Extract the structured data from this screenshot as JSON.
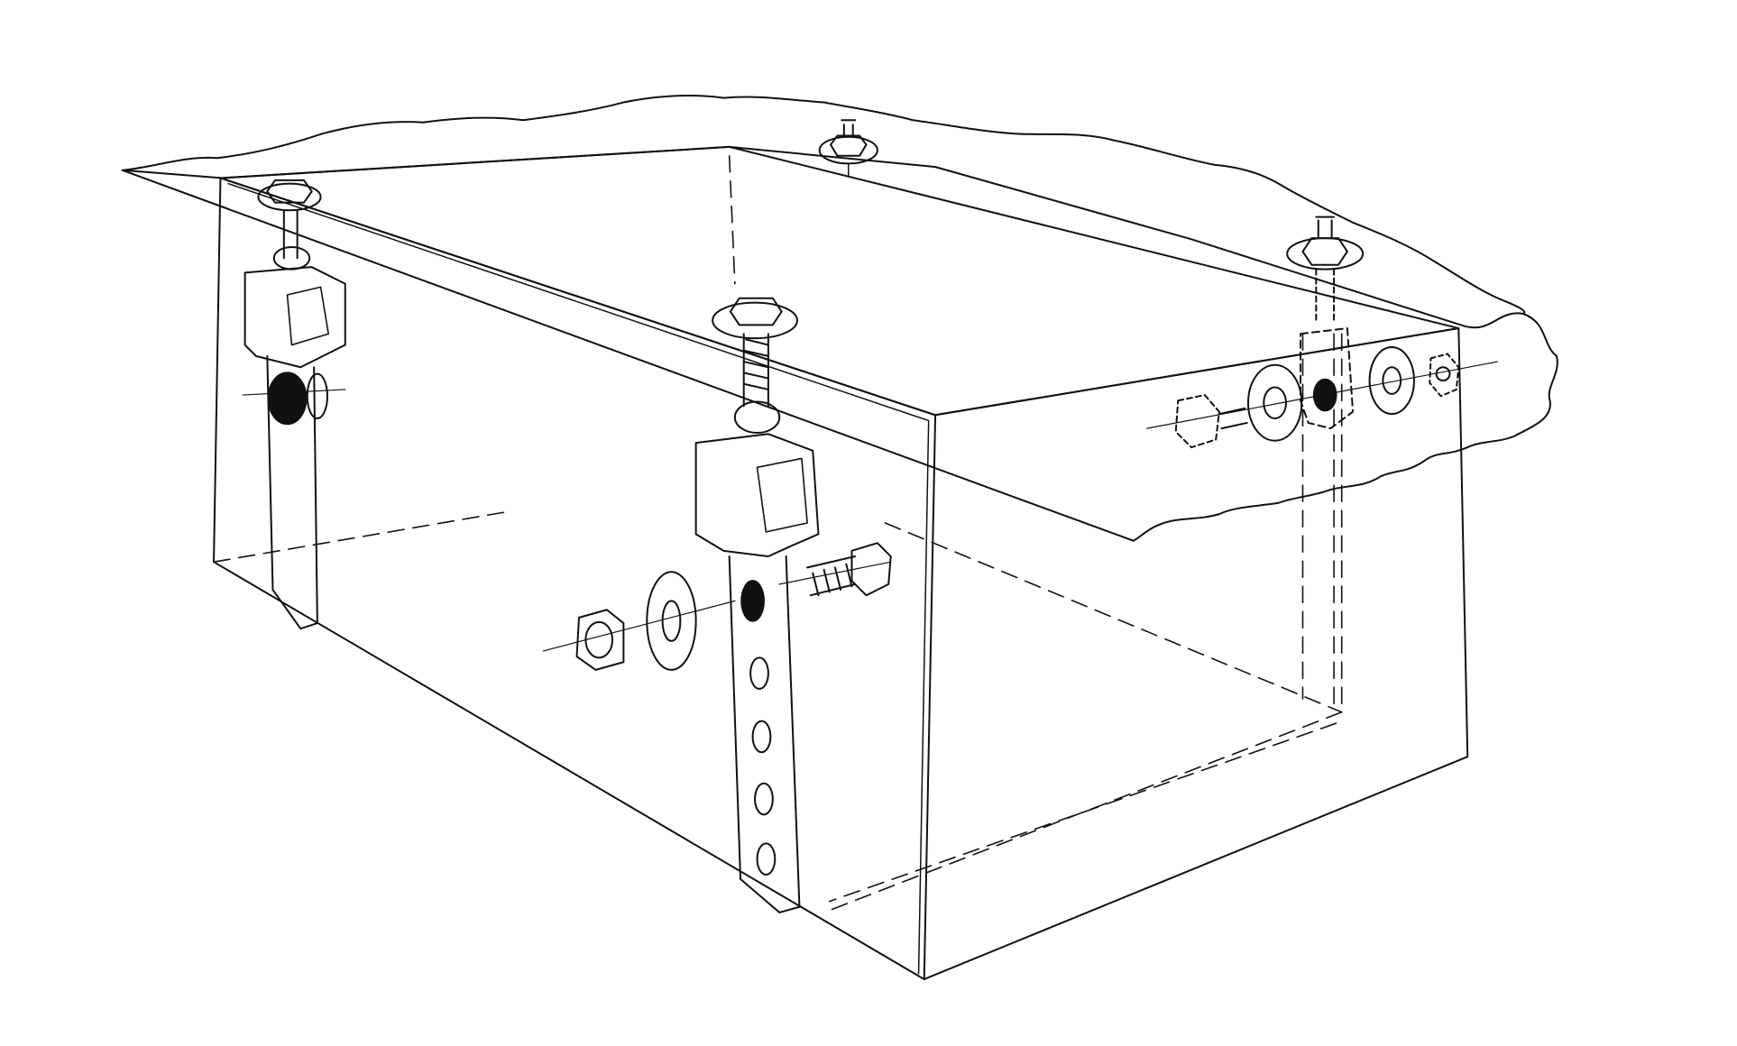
{
  "figure": {
    "subject": "exploded-mounting-diagram",
    "ink_color": "#111111",
    "paper_color": "#ffffff",
    "hidden_line_style": "dashed",
    "hardware_sets": [
      {
        "location": "front-left",
        "parts": [
          "mounting-bolt",
          "washer",
          "clamp-bracket",
          "strap",
          "nut"
        ]
      },
      {
        "location": "front-center",
        "parts": [
          "mounting-bolt",
          "washer",
          "clamp-bracket",
          "strap",
          "hex-nut",
          "flat-washer",
          "hex-bolt"
        ]
      },
      {
        "location": "rear-center",
        "parts": [
          "mounting-bolt",
          "washer"
        ]
      },
      {
        "location": "rear-right",
        "parts": [
          "mounting-bolt",
          "washer",
          "clamp-bracket",
          "hex-bolt",
          "flat-washer",
          "nut"
        ]
      }
    ]
  }
}
